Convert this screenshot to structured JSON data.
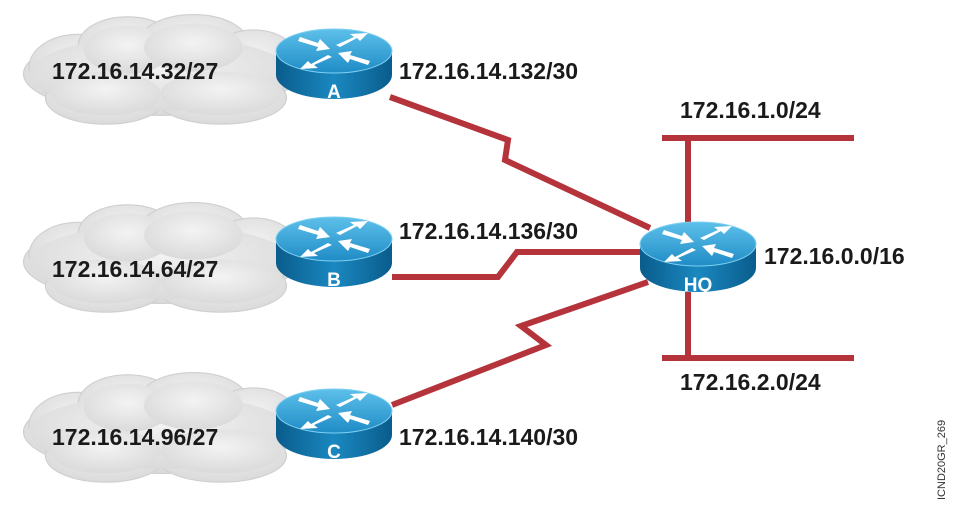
{
  "routers": {
    "a": {
      "label": "A"
    },
    "b": {
      "label": "B"
    },
    "c": {
      "label": "C"
    },
    "hq": {
      "label": "HQ"
    }
  },
  "clouds": {
    "a": {
      "subnet": "172.16.14.32/27"
    },
    "b": {
      "subnet": "172.16.14.64/27"
    },
    "c": {
      "subnet": "172.16.14.96/27"
    }
  },
  "wan_links": {
    "a_hq": {
      "subnet": "172.16.14.132/30"
    },
    "b_hq": {
      "subnet": "172.16.14.136/30"
    },
    "c_hq": {
      "subnet": "172.16.14.140/30"
    }
  },
  "hq_lans": {
    "top": {
      "subnet": "172.16.1.0/24"
    },
    "bottom": {
      "subnet": "172.16.2.0/24"
    }
  },
  "hq_summary": "172.16.0.0/16",
  "figure_id": "ICND20GR_269",
  "colors": {
    "link": "#b5333b",
    "router_top": "#2e9fd3",
    "router_side": "#0d6ea6",
    "cloud": "#e6e6e6",
    "text": "#1a1a1a"
  },
  "icons": {
    "router": "router-icon",
    "cloud": "cloud-icon"
  }
}
